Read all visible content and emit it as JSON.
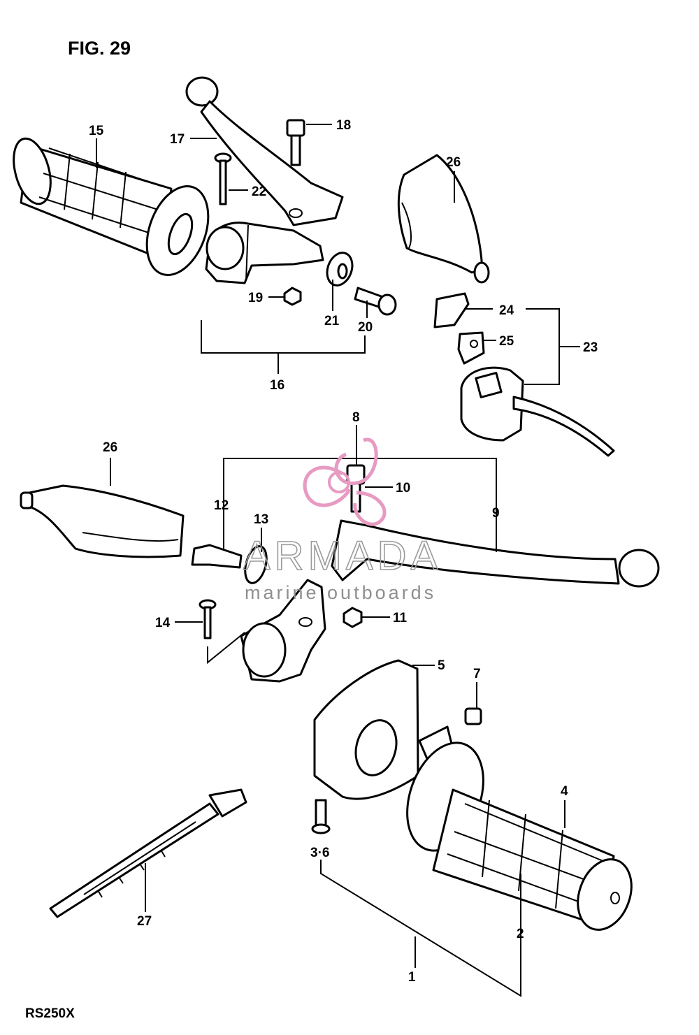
{
  "figure_title": "FIG. 29",
  "model_code": "RS250X",
  "watermark": {
    "brand": "ARMADA",
    "tagline": "marine outboards",
    "logo_color": "#e79ac2"
  },
  "part_labels": [
    "1",
    "2",
    "3·6",
    "4",
    "5",
    "7",
    "8",
    "9",
    "10",
    "11",
    "12",
    "13",
    "14",
    "15",
    "16",
    "17",
    "18",
    "19",
    "20",
    "21",
    "22",
    "23",
    "24",
    "25",
    "26",
    "26",
    "27"
  ],
  "icons": [
    "handlebar-grip-icon",
    "brake-lever-icon",
    "clutch-lever-icon",
    "lever-cover-icon",
    "switch-housing-icon",
    "throttle-housing-icon",
    "cable-tie-icon",
    "screw-icon",
    "nut-icon"
  ]
}
